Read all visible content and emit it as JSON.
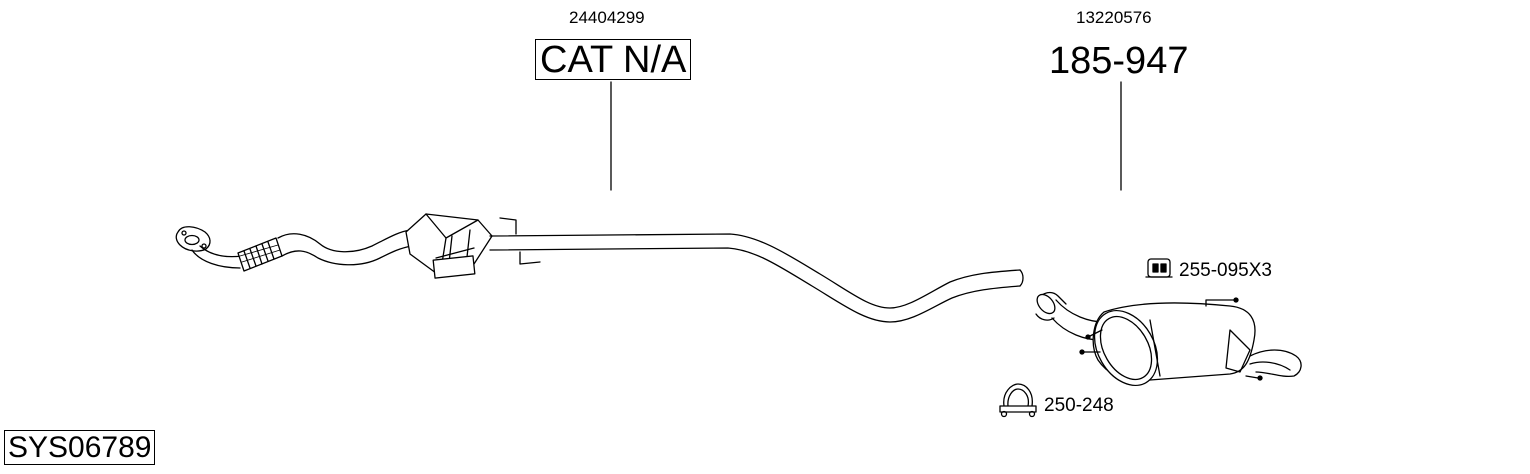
{
  "parts": [
    {
      "oem_number": "24404299",
      "part_number": "CAT N/A"
    },
    {
      "oem_number": "13220576",
      "part_number": "185-947"
    }
  ],
  "accessories": [
    {
      "part_number": "255-095X3",
      "icon": "rubber-hanger-icon"
    },
    {
      "part_number": "250-248",
      "icon": "pipe-clamp-icon"
    }
  ],
  "system_code": "SYS06789"
}
